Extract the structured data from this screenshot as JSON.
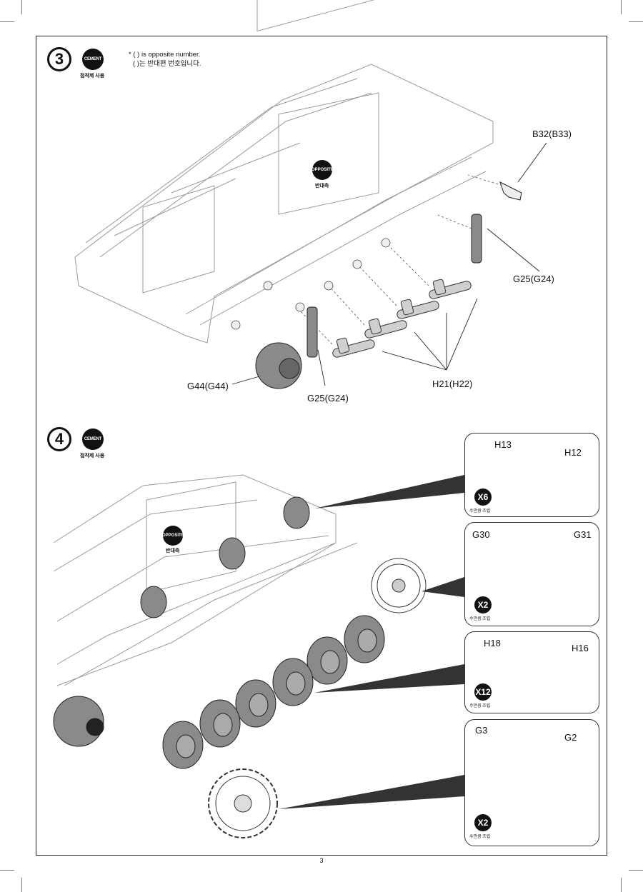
{
  "page_number": "3",
  "note": {
    "line1": "* (   ) is opposite number.",
    "line2": "(   )는 반대편 번호입니다."
  },
  "steps": [
    {
      "number": "3",
      "cement_label": "CEMENT",
      "cement_sub": "접착제 사용",
      "opposite_label": "OPPOSITE",
      "opposite_sub": "반대측",
      "parts": {
        "b32": "B32(B33)",
        "g25_top": "G25(G24)",
        "g44": "G44(G44)",
        "g25_bottom": "G25(G24)",
        "h21": "H21(H22)"
      }
    },
    {
      "number": "4",
      "cement_label": "CEMENT",
      "cement_sub": "접착제 사용",
      "opposite_label": "OPPOSITE",
      "opposite_sub": "반대측",
      "panels": [
        {
          "left_part": "H13",
          "right_part": "H12",
          "qty": "X6",
          "qty_sub": "수만큼 조립"
        },
        {
          "left_part": "G30",
          "right_part": "G31",
          "qty": "X2",
          "qty_sub": "수만큼 조립"
        },
        {
          "left_part": "H18",
          "right_part": "H16",
          "qty": "X12",
          "qty_sub": "수만큼 조립"
        },
        {
          "left_part": "G3",
          "right_part": "G2",
          "qty": "X2",
          "qty_sub": "수만큼 조립"
        }
      ]
    }
  ],
  "colors": {
    "ink": "#111111",
    "line": "#555555",
    "part_fill": "#8a8a8a",
    "hull_line": "#9a9a9a"
  }
}
